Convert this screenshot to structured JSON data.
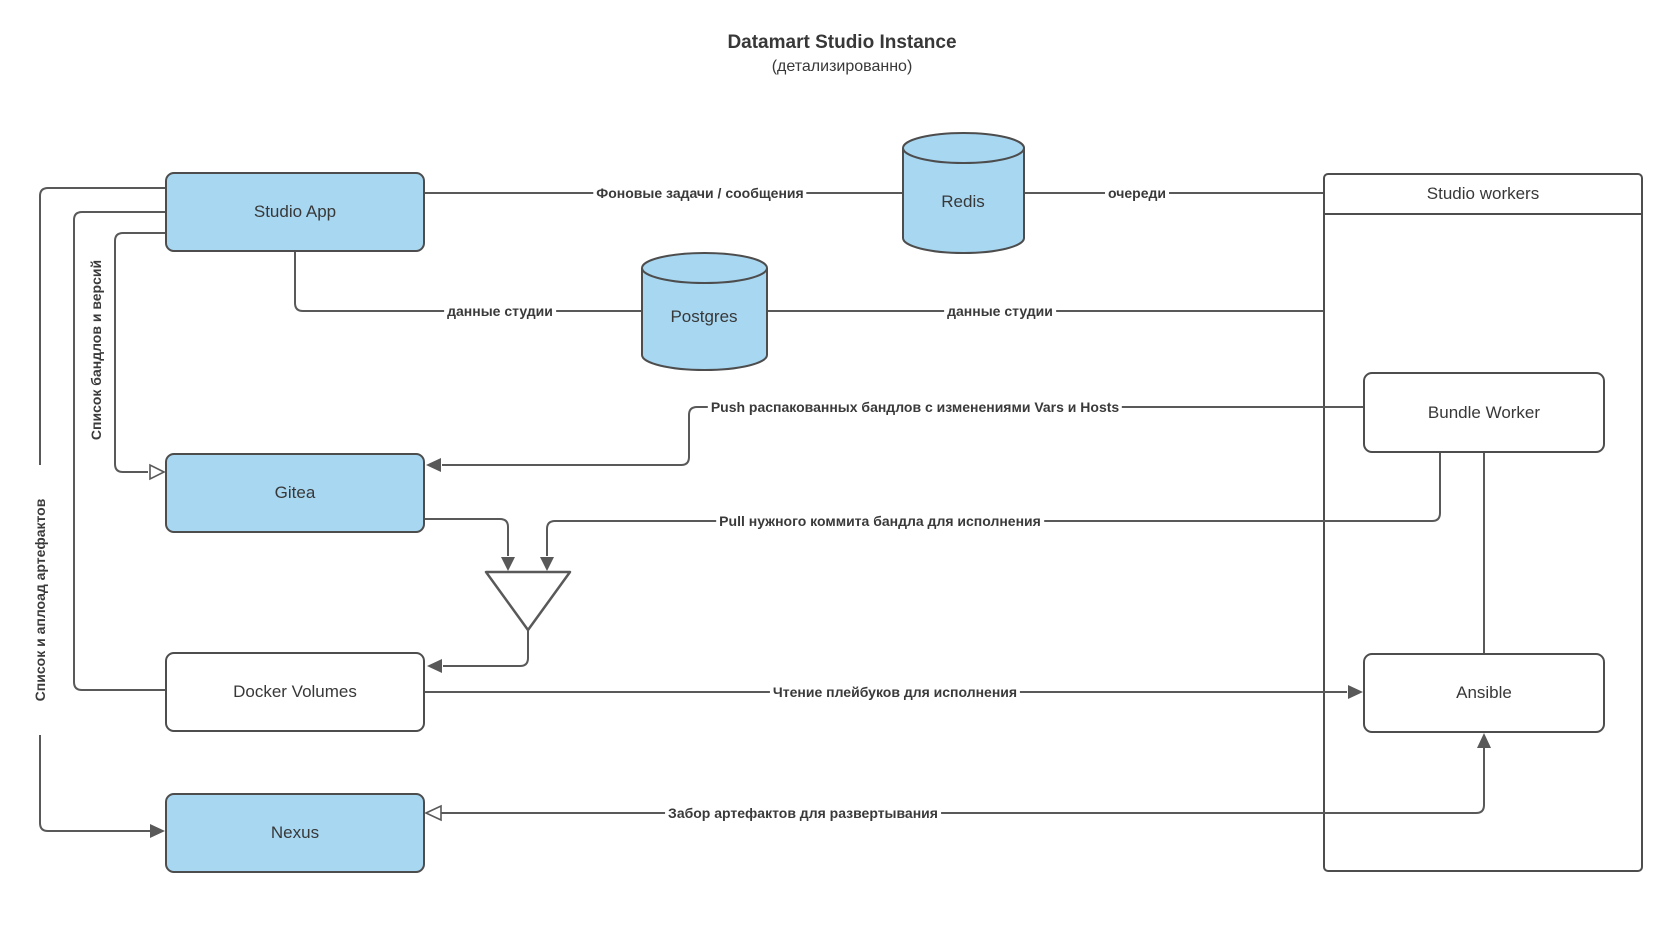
{
  "title": {
    "main": "Datamart Studio Instance",
    "subtitle": "(детализированно)"
  },
  "nodes": {
    "studio_app": {
      "label": "Studio App",
      "shape": "rounded-box",
      "fill": "blue"
    },
    "redis": {
      "label": "Redis",
      "shape": "cylinder",
      "fill": "blue"
    },
    "postgres": {
      "label": "Postgres",
      "shape": "cylinder",
      "fill": "blue"
    },
    "studio_workers": {
      "label": "Studio workers",
      "shape": "container",
      "fill": "white"
    },
    "bundle_worker": {
      "label": "Bundle Worker",
      "shape": "rounded-box",
      "fill": "white"
    },
    "gitea": {
      "label": "Gitea",
      "shape": "rounded-box",
      "fill": "blue"
    },
    "docker_volumes": {
      "label": "Docker Volumes",
      "shape": "rounded-box",
      "fill": "white"
    },
    "ansible": {
      "label": "Ansible",
      "shape": "rounded-box",
      "fill": "white"
    },
    "nexus": {
      "label": "Nexus",
      "shape": "rounded-box",
      "fill": "blue"
    },
    "merge_point": {
      "label": "",
      "shape": "triangle-down",
      "fill": "white"
    }
  },
  "edges": {
    "background_tasks": {
      "label": "Фоновые задачи / сообщения",
      "from": "Studio App",
      "to": "Redis"
    },
    "queues": {
      "label": "очереди",
      "from": "Redis",
      "to": "Studio workers"
    },
    "studio_data_app": {
      "label": "данные студии",
      "from": "Studio App",
      "to": "Postgres"
    },
    "studio_data_workers": {
      "label": "данные студии",
      "from": "Postgres",
      "to": "Studio workers"
    },
    "push_bundles": {
      "label": "Push распакованных бандлов с изменениями Vars и Hosts",
      "from": "Bundle Worker",
      "to": "Gitea"
    },
    "pull_commit": {
      "label": "Pull нужного коммита бандла для исполнения",
      "from": "Bundle Worker",
      "to": "merge point"
    },
    "bundles_list": {
      "label": "Список бандлов и версий",
      "from": "Studio App",
      "to": "Gitea"
    },
    "artifacts_list": {
      "label": "Список и аплоад артефактов",
      "from": "Studio App",
      "to": "Nexus"
    },
    "docker_link": {
      "label": "",
      "from": "Studio App",
      "to": "Docker Volumes"
    },
    "read_playbooks": {
      "label": "Чтение плейбуков для исполнения",
      "from": "Docker Volumes",
      "to": "Ansible"
    },
    "fetch_artifacts": {
      "label": "Забор артефактов для развертывания",
      "from": "Ansible",
      "to": "Nexus"
    },
    "worker_ansible_link": {
      "label": "",
      "from": "Bundle Worker",
      "to": "Ansible"
    }
  },
  "colors": {
    "node_fill_blue": "#a8d7f2",
    "node_border": "#4d4d4d",
    "edge_stroke": "#595959",
    "text": "#383838",
    "edge_label_text": "#3a3a3a",
    "background": "#ffffff"
  }
}
